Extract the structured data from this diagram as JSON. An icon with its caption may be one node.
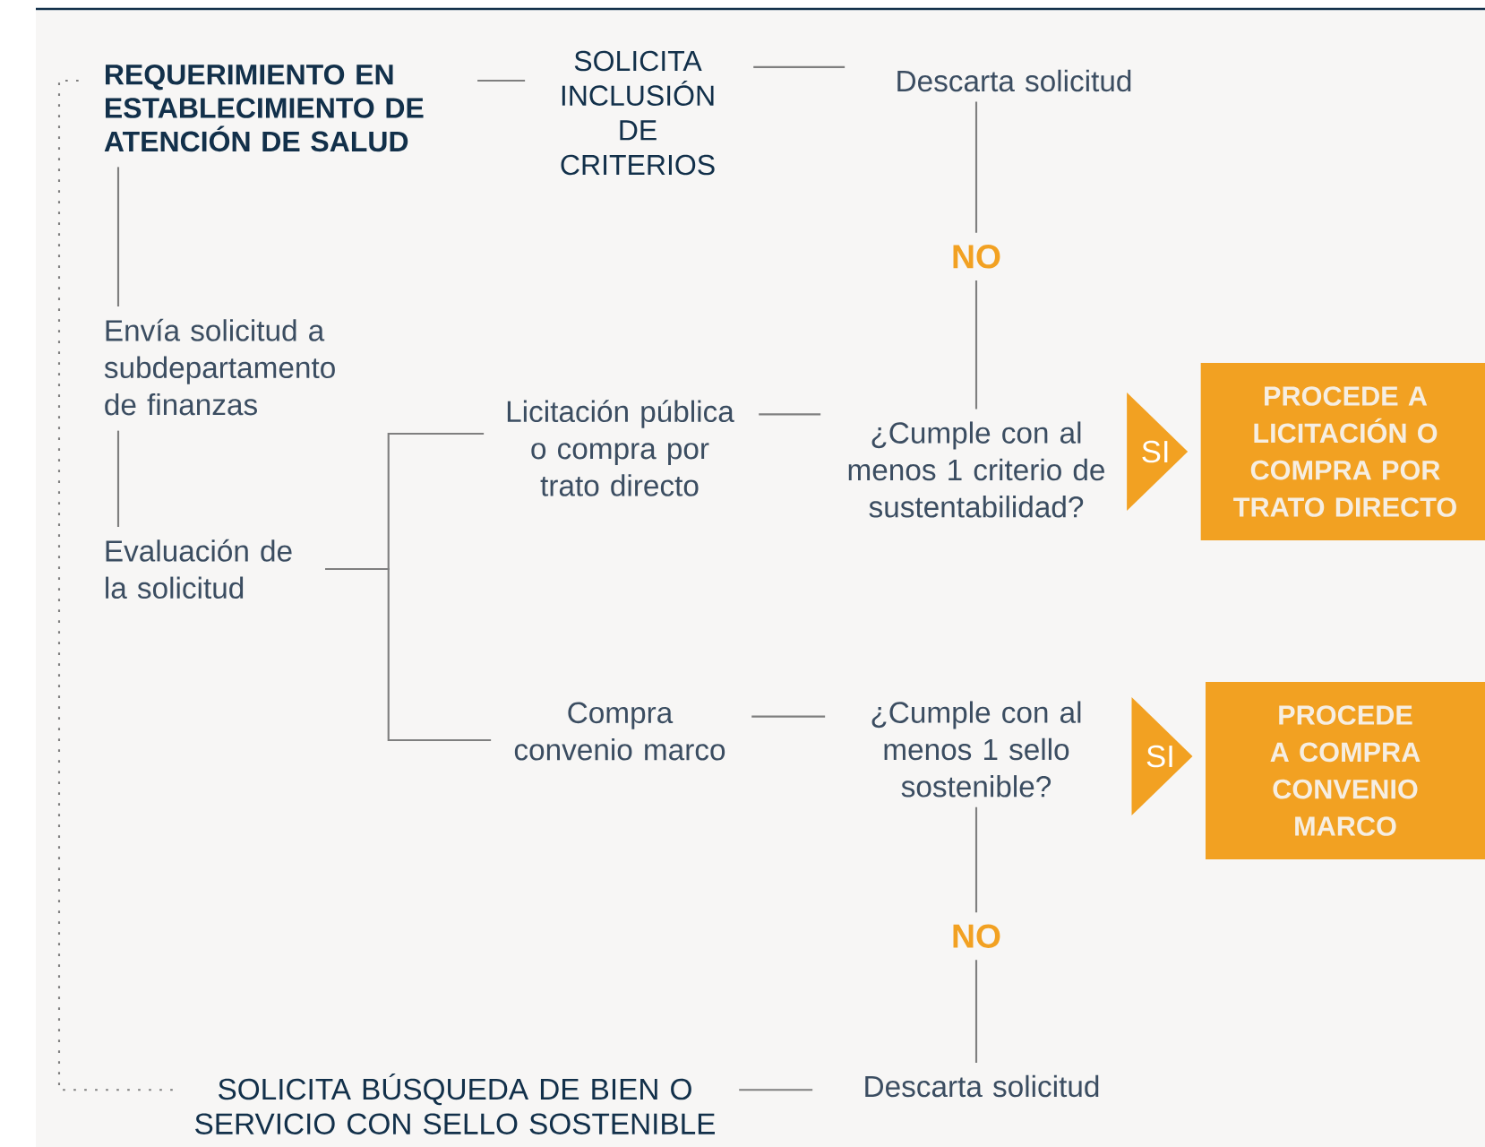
{
  "diagram": {
    "nodes": [
      {
        "text": [
          "REQUERIMIENTO EN ESTABLECIMIENTO DE ATENCIÓN DE SALUD"
        ]
      },
      {
        "text": [
          "SOLICITA INCLUSIÓN DE CRITERIOS"
        ]
      },
      {
        "text": [
          "Descarta solicitud"
        ]
      },
      {
        "text": [
          "Envía solicitud a subdepartamento de finanzas"
        ]
      },
      {
        "text": [
          "Licitación pública o compra por trato directo"
        ]
      },
      {
        "text": [
          "¿Cumple con al menos 1 criterio de sustentabilidad?"
        ]
      },
      {
        "text": [
          "PROCEDE A LICITACIÓN O COMPRA POR TRATO DIRECTO"
        ]
      },
      {
        "text": [
          "Evaluación de la solicitud"
        ]
      },
      {
        "text": [
          "Compra convenio marco"
        ]
      },
      {
        "text": [
          "¿Cumple con al menos 1 sello sostenible?"
        ]
      },
      {
        "text": [
          "PROCEDE A COMPRA CONVENIO MARCO"
        ]
      },
      {
        "text": [
          "SOLICITA BÚSQUEDA DE BIEN O SERVICIO CON SELLO SOSTENIBLE"
        ]
      },
      {
        "text": [
          "Descarta solicitud"
        ]
      }
    ],
    "edges": [
      {
        "from": 0,
        "to": 1,
        "arrow": "none"
      },
      {
        "from": 1,
        "to": 2,
        "arrow": "none"
      },
      {
        "from": 2,
        "to": 5,
        "arrow": "none",
        "label": "NO"
      },
      {
        "from": 0,
        "to": 3,
        "arrow": "none"
      },
      {
        "from": 3,
        "to": 7,
        "arrow": "none"
      },
      {
        "from": 7,
        "to": 4,
        "arrow": "none"
      },
      {
        "from": 7,
        "to": 8,
        "arrow": "none"
      },
      {
        "from": 4,
        "to": 5,
        "arrow": "none"
      },
      {
        "from": 5,
        "to": 6,
        "arrow": "to",
        "label": "SI"
      },
      {
        "from": 8,
        "to": 9,
        "arrow": "none"
      },
      {
        "from": 9,
        "to": 10,
        "arrow": "to",
        "label": "SI"
      },
      {
        "from": 9,
        "to": 12,
        "arrow": "none",
        "label": "NO"
      },
      {
        "from": 11,
        "to": 12,
        "arrow": "none"
      },
      {
        "from": 11,
        "to": 0,
        "arrow": "none",
        "style": "dashed"
      }
    ]
  }
}
